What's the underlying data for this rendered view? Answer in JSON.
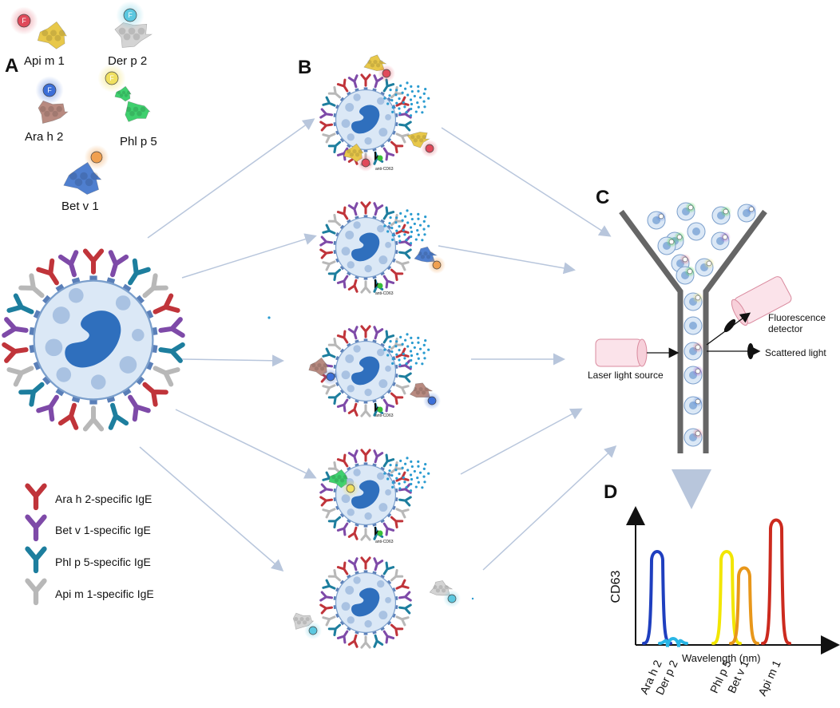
{
  "panels": {
    "a": "A",
    "b": "B",
    "c": "C",
    "d": "D"
  },
  "allergens": [
    {
      "name": "Api m 1",
      "color": "#e8c84a",
      "tag_color": "#e04a5a",
      "tag": "F"
    },
    {
      "name": "Der p 2",
      "color": "#d4d4d4",
      "tag_color": "#5cc8e0",
      "tag": "F"
    },
    {
      "name": "Ara h 2",
      "color": "#b88a80",
      "tag_color": "#3c6fd8",
      "tag": "F"
    },
    {
      "name": "Phl p 5",
      "color": "#3fd06e",
      "tag_color": "#f0e060",
      "tag": "F"
    },
    {
      "name": "Bet v 1",
      "color": "#4f7fcf",
      "tag_color": "#f0a050",
      "tag": ""
    }
  ],
  "legend": [
    {
      "label": "Ara h 2-specific IgE",
      "color": "#c0343a"
    },
    {
      "label": "Bet v 1-specific IgE",
      "color": "#7e4aa8"
    },
    {
      "label": "Phl p 5-specific IgE",
      "color": "#1d7e9e"
    },
    {
      "label": "Api m 1-specific IgE",
      "color": "#b8b8b8"
    }
  ],
  "b_marker": "anti-CD63",
  "flow": {
    "laser": "Laser light source",
    "fluorescence_line1": "Fluorescence",
    "fluorescence_line2": "detector",
    "scattered": "Scattered light"
  },
  "chart_data": {
    "type": "line",
    "title": "",
    "xlabel": "Wavelength (nm)",
    "ylabel": "CD63",
    "categories": [
      "Ara h 2",
      "Der p 2",
      "Phl p 5",
      "Bet v 1",
      "Api m 1"
    ],
    "series": [
      {
        "name": "Ara h 2",
        "color": "#1f3fbf",
        "peak": 0.75
      },
      {
        "name": "Der p 2",
        "color": "#29b6e6",
        "peak": 0.06
      },
      {
        "name": "Phl p 5",
        "color": "#f2e600",
        "peak": 0.75
      },
      {
        "name": "Bet v 1",
        "color": "#e8971a",
        "peak": 0.62
      },
      {
        "name": "Api m 1",
        "color": "#cc2a1e",
        "peak": 1.0
      }
    ]
  }
}
